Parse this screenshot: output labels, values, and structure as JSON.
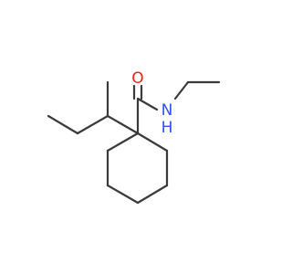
{
  "molecule": {
    "atoms": [
      {
        "id": "O",
        "label": "O",
        "color": "#e8231e"
      },
      {
        "id": "N",
        "label": "N",
        "color": "#3050f8"
      },
      {
        "id": "H",
        "label": "H",
        "color": "#3050f8"
      }
    ]
  }
}
